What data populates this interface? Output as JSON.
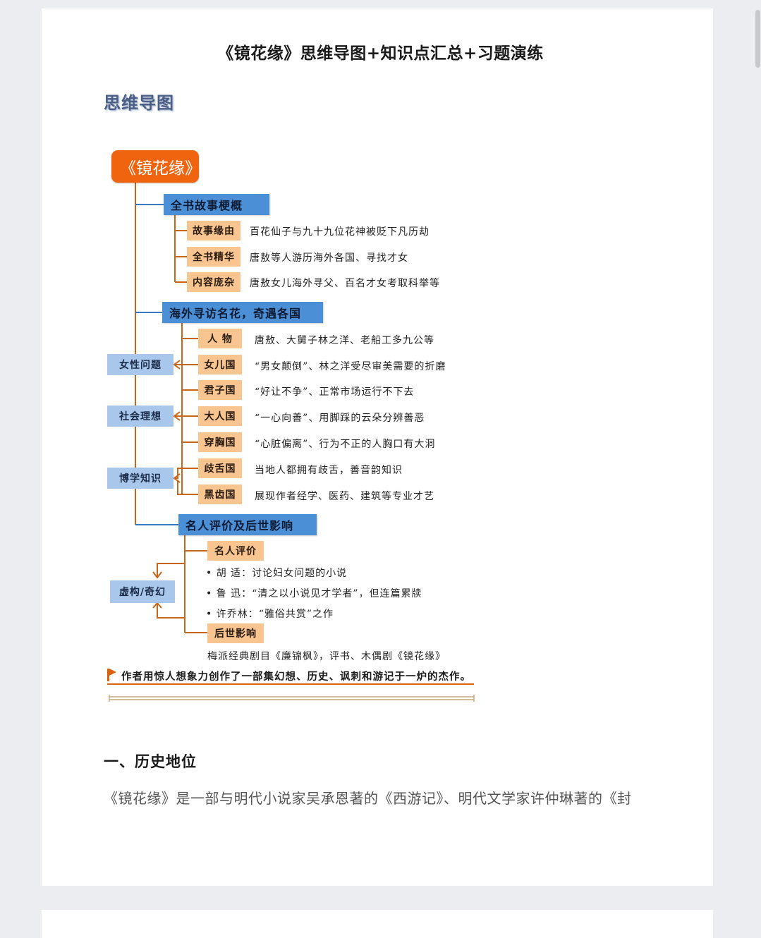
{
  "document": {
    "title": "《镜花缘》思维导图+知识点汇总+习题演练",
    "mindmap_heading": "思维导图"
  },
  "mindmap": {
    "root": "《镜花缘》",
    "branch1": {
      "label": "全书故事梗概",
      "items": [
        {
          "label": "故事缘由",
          "desc": "百花仙子与九十九位花神被贬下凡历劫"
        },
        {
          "label": "全书精华",
          "desc": "唐敖等人游历海外各国、寻找才女"
        },
        {
          "label": "内容庞杂",
          "desc": "唐敖女儿海外寻父、百名才女考取科举等"
        }
      ]
    },
    "branch2": {
      "label": "海外寻访名花，奇遇各国",
      "items": [
        {
          "label": "人 物",
          "desc": "唐敖、大舅子林之洋、老船工多九公等"
        },
        {
          "label": "女儿国",
          "desc": "“男女颠倒”、林之洋受尽审美需要的折磨"
        },
        {
          "label": "君子国",
          "desc": "“好让不争”、正常市场运行不下去"
        },
        {
          "label": "大人国",
          "desc": "“一心向善”、用脚踩的云朵分辨善恶"
        },
        {
          "label": "穿胸国",
          "desc": "“心脏偏离”、行为不正的人胸口有大洞"
        },
        {
          "label": "歧舌国",
          "desc": "当地人都拥有歧舌，善音韵知识"
        },
        {
          "label": "黑齿国",
          "desc": "展现作者经学、医药、建筑等专业才艺"
        }
      ],
      "side_tags": [
        "女性问题",
        "社会理想",
        "博学知识"
      ]
    },
    "branch3": {
      "label": "名人评价及后世影响",
      "reviews_label": "名人评价",
      "reviews": [
        "胡 适：讨论妇女问题的小说",
        "鲁 迅：“清之以小说见才学者”，但连篇累牍",
        "许乔林：“雅俗共赏”之作"
      ],
      "influence_label": "后世影响",
      "influence_desc": "梅派经典剧目《廉锦枫》，评书、木偶剧《镜花缘》",
      "side_tag": "虚构/奇幻"
    },
    "conclusion": "作者用惊人想象力创作了一部集幻想、历史、讽刺和游记于一炉的杰作。"
  },
  "section": {
    "heading": "一、历史地位",
    "paragraph": "《镜花缘》是一部与明代小说家吴承恩著的《西游记》、明代文学家许仲琳著的《封"
  },
  "colors": {
    "root_bg": "#f0640f",
    "branch_bg": "#4b8fd6",
    "leaf_bg": "#f8c591",
    "side_bg": "#a9c7ea",
    "connector": "#c8661a"
  }
}
